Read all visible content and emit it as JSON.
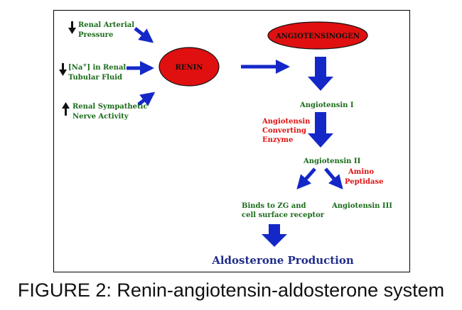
{
  "diagram": {
    "inputs": [
      {
        "direction": "down",
        "line1": "Renal Arterial",
        "line2": "Pressure"
      },
      {
        "direction": "down",
        "line1_prefix": "[Na",
        "line1_sup": "+",
        "line1_suffix": "] in Renal",
        "line2": "Tubular Fluid"
      },
      {
        "direction": "up",
        "line1": "Renal Sympathetic",
        "line2": "Nerve Activity"
      }
    ],
    "renin": "RENIN",
    "angiotensinogen": "ANGIOTENSINOGEN",
    "angiotensin_1": "Angiotensin I",
    "ace": {
      "line1": "Angiotensin",
      "line2": "Converting",
      "line3": "Enzyme"
    },
    "angiotensin_2": "Angiotensin II",
    "amino_peptidase": {
      "line1": "Amino",
      "line2": "Peptidase"
    },
    "receptor": {
      "line1": "Binds to ZG and",
      "line2": "cell surface receptor"
    },
    "angiotensin_3": "Angiotensin III",
    "output": "Aldosterone Production"
  },
  "caption": "FIGURE 2: Renin-angiotensin-aldosterone system",
  "colors": {
    "text_green": "#1a6b1a",
    "text_red": "#e01010",
    "text_navy": "#1f2d8a",
    "ellipse_fill": "#e01010",
    "arrow_blue": "#1428c8"
  }
}
